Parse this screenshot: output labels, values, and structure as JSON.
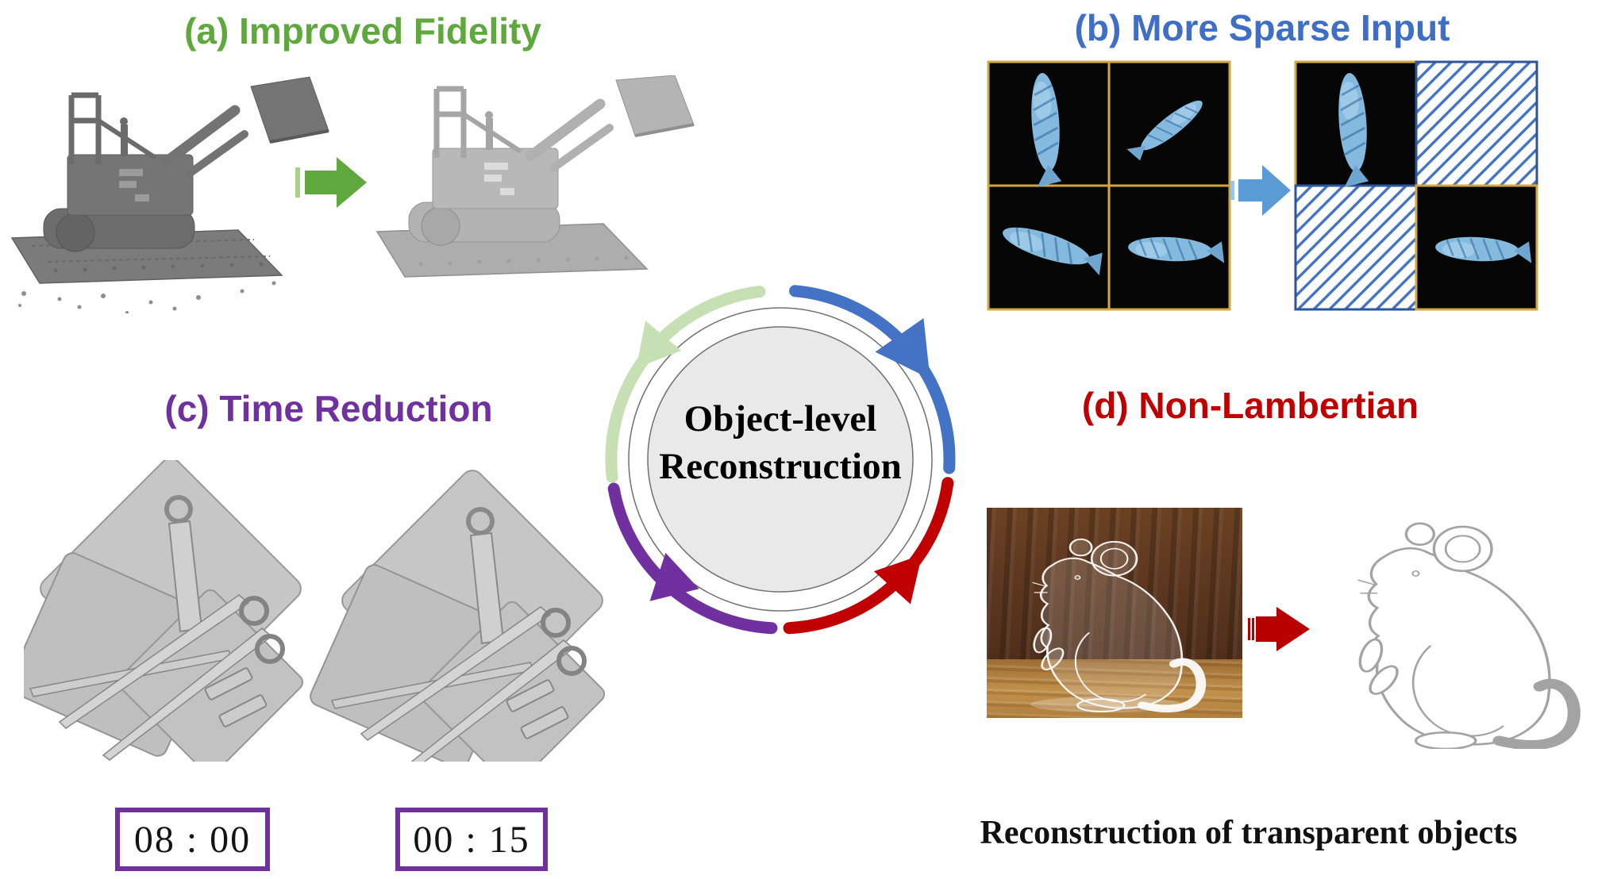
{
  "center": {
    "title_line1": "Object-level",
    "title_line2": "Reconstruction"
  },
  "panels": {
    "a": {
      "title": "(a) Improved Fidelity",
      "accent_color": "#5fa83e"
    },
    "b": {
      "title": "(b) More Sparse Input",
      "accent_color": "#3e6fc4"
    },
    "c": {
      "title": "(c) Time Reduction",
      "accent_color": "#7030a0",
      "time_before": "08 : 00",
      "time_after": "00 : 15"
    },
    "d": {
      "title": "(d) Non-Lambertian",
      "accent_color": "#c00000",
      "caption": "Reconstruction of transparent objects"
    }
  },
  "colors": {
    "arc_green": "#c6e0b4",
    "arc_blue": "#4472c4",
    "arc_purple": "#7030a0",
    "arc_red": "#c00000",
    "arrow_green": "#5fa83e",
    "arrow_blue": "#5b9bd5",
    "arrow_red": "#b80000",
    "grid_border_gold": "#d2a73e",
    "hatch_blue": "#4472c4",
    "fish_blue": "#85bade",
    "mesh_gray_dark": "#7b7b7b",
    "mesh_gray_light": "#b5b5b5",
    "disk_gray": "#e9e9e9"
  }
}
